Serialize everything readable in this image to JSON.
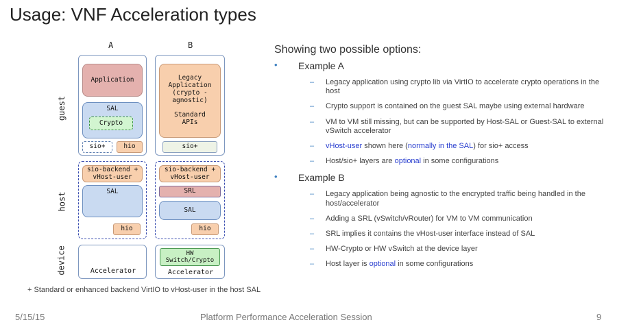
{
  "title": "Usage: VNF Acceleration types",
  "diagram": {
    "col_a": "A",
    "col_b": "B",
    "layers": {
      "guest": "guest",
      "host": "host",
      "device": "device"
    },
    "a": {
      "application": "Application",
      "sal": "SAL",
      "crypto": "Crypto",
      "sio": "sio+",
      "hio": "hio",
      "host_backend": "sio-backend +\nvHost-user",
      "host_sal": "SAL",
      "host_hio": "hio",
      "accelerator": "Accelerator"
    },
    "b": {
      "legacy": "Legacy\nApplication\n(crypto -\nagnostic)\n\nStandard\nAPIs",
      "sio": "sio+",
      "host_backend": "sio-backend +\nvHost-user",
      "srl": "SRL",
      "host_sal": "SAL",
      "host_hio": "hio",
      "hw": "HW\nSwitch/Crypto",
      "accelerator": "Accelerator"
    }
  },
  "content": {
    "heading": "Showing two possible options:",
    "example_a": "Example A",
    "a_items": {
      "i1": "Legacy application using crypto lib via VirtIO to accelerate crypto operations in the host",
      "i2": "Crypto support is contained on the guest SAL maybe using external hardware",
      "i3": "VM to VM still missing, but can be supported by Host-SAL or Guest-SAL to external vSwitch accelerator",
      "i4_hl1": "vHost-user",
      "i4_t1": " shown here (",
      "i4_hl2": "normally in the SAL",
      "i4_t2": ") for sio+ access",
      "i5_t1": "Host/sio+ layers are ",
      "i5_hl": "optional",
      "i5_t2": " in some configurations"
    },
    "example_b": "Example B",
    "b_items": {
      "i1": "Legacy application being agnostic to the encrypted traffic being handled in the host/accelerator",
      "i2": "Adding a SRL (vSwitch/vRouter) for VM to VM communication",
      "i3": "SRL implies it contains the vHost-user interface instead of SAL",
      "i4": "HW-Crypto or HW vSwitch at the device layer",
      "i5_t1": "Host layer is ",
      "i5_hl": "optional",
      "i5_t2": " in some configurations"
    },
    "dash": "–",
    "bullet": "•"
  },
  "footnote": "+ Standard or enhanced backend VirtIO to vHost-user in the host SAL",
  "footer": {
    "date": "5/15/15",
    "title": "Platform Performance Acceleration Session",
    "page": "9"
  }
}
